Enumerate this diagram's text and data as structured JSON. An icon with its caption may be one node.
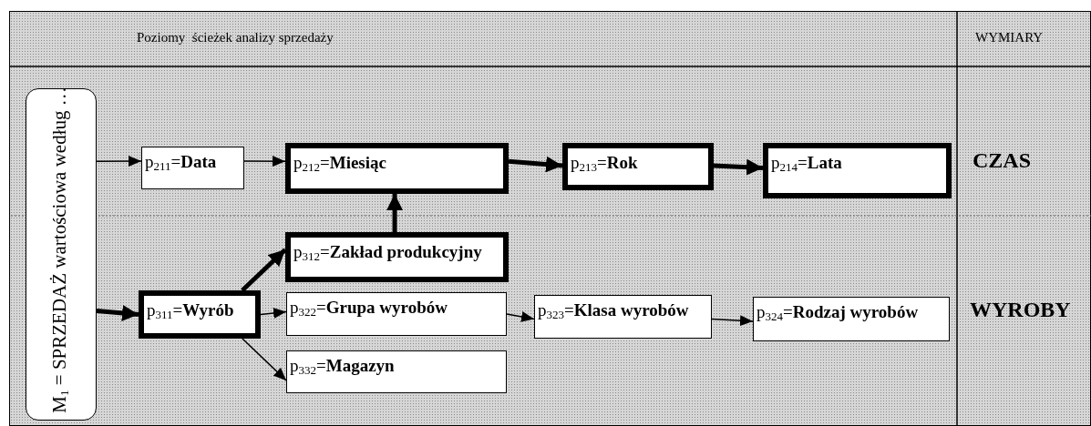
{
  "diagram": {
    "nodes": [
      {
        "text": [
          "M$_{1}$ = SPRZEDAŻ wartościowa według …"
        ]
      },
      {
        "text": [
          "p$_{211}$=**Data**"
        ]
      },
      {
        "text": [
          "p$_{212}$=**Miesiąc**"
        ]
      },
      {
        "text": [
          "p$_{213}$=**Rok**"
        ]
      },
      {
        "text": [
          "p$_{214}$=**Lata**"
        ]
      },
      {
        "text": [
          "p$_{312}$=**Zakład produkcyjny**"
        ]
      },
      {
        "text": [
          "p$_{311}$=**Wyrób**"
        ]
      },
      {
        "text": [
          "p$_{322}$=**Grupa wyrobów**"
        ]
      },
      {
        "text": [
          "p$_{323}$=**Klasa wyrobów**"
        ]
      },
      {
        "text": [
          "p$_{324}$=**Rodzaj wyrobów**"
        ]
      },
      {
        "text": [
          "p$_{332}$=**Magazyn**"
        ]
      }
    ],
    "edges": [
      {
        "from": 0,
        "to": 1,
        "arrow": "to"
      },
      {
        "from": 1,
        "to": 2,
        "arrow": "to"
      },
      {
        "from": 2,
        "to": 3,
        "arrow": "to",
        "style": "thick"
      },
      {
        "from": 3,
        "to": 4,
        "arrow": "to",
        "style": "thick"
      },
      {
        "from": 5,
        "to": 2,
        "arrow": "to",
        "style": "thick"
      },
      {
        "from": 0,
        "to": 6,
        "arrow": "to",
        "style": "thick"
      },
      {
        "from": 6,
        "to": 5,
        "arrow": "to",
        "style": "thick"
      },
      {
        "from": 6,
        "to": 7,
        "arrow": "to"
      },
      {
        "from": 7,
        "to": 8,
        "arrow": "to"
      },
      {
        "from": 8,
        "to": 9,
        "arrow": "to"
      },
      {
        "from": 6,
        "to": 10,
        "arrow": "to"
      }
    ],
    "labels": [
      "Poziomy  ścieżek analizy sprzedaży",
      "WYMIARY",
      "CZAS",
      "WYROBY"
    ]
  }
}
